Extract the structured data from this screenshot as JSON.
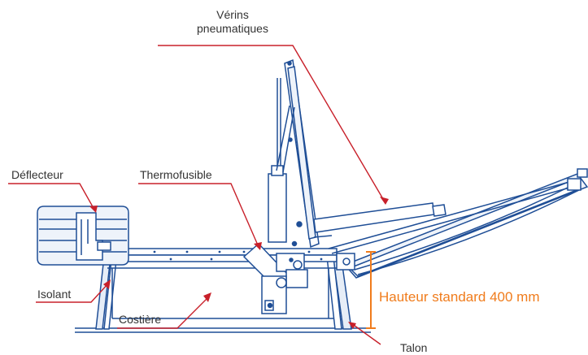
{
  "labels": {
    "verins_line1": "Vérins",
    "verins_line2": "pneumatiques",
    "deflecteur": "Déflecteur",
    "thermofusible": "Thermofusible",
    "isolant": "Isolant",
    "costiere": "Costière",
    "talon": "Talon",
    "hauteur": "Hauteur standard 400 mm"
  },
  "colors": {
    "drawing": "#1f4e96",
    "leader": "#c8202a",
    "dimension": "#f07c1c",
    "text": "#333333"
  }
}
